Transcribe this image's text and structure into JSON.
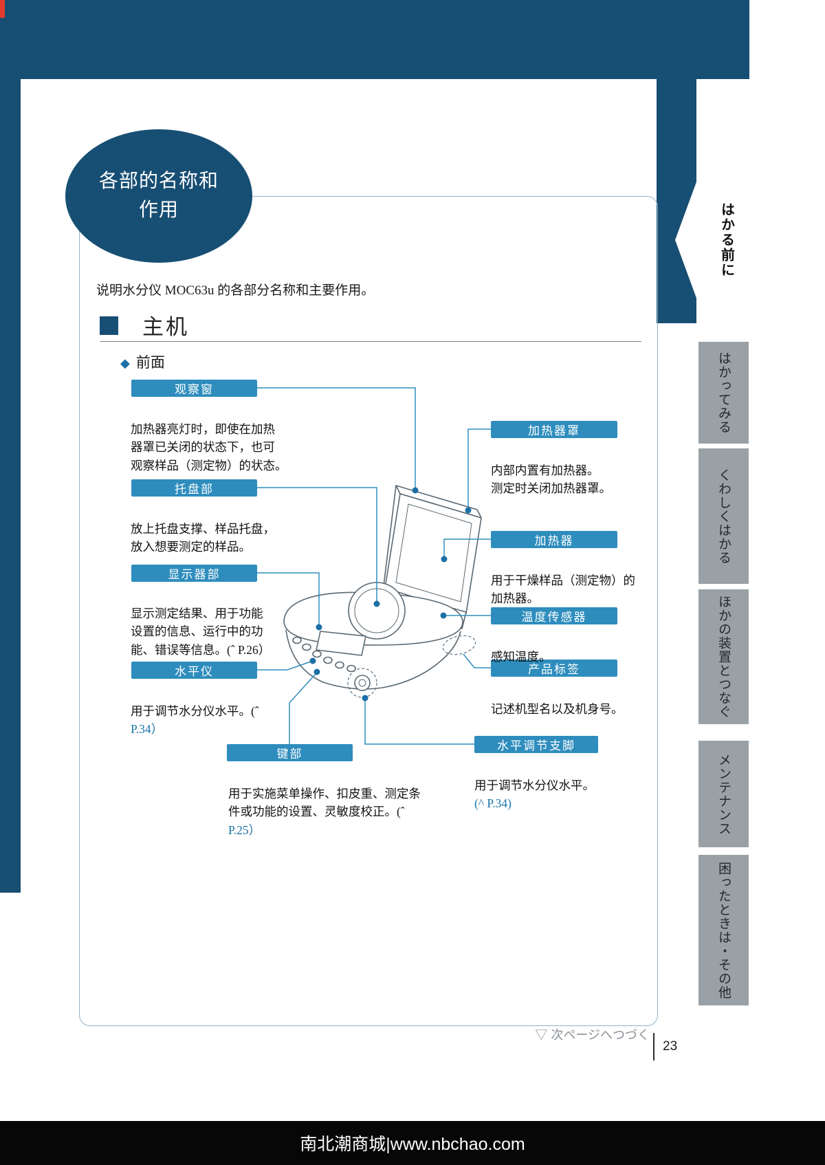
{
  "theme": {
    "navy": "#174e73",
    "label-blue": "#2e8dbd",
    "ref-blue": "#1a74a8",
    "tab-gray": "#99a1a6",
    "red": "#e23b2e"
  },
  "title_bubble": {
    "line1": "各部的名称和",
    "line2": "作用"
  },
  "intro_text": "说明水分仪 MOC63u 的各部分名称和主要作用。",
  "section": {
    "title": "主机"
  },
  "subsection": {
    "marker": "◆",
    "label": "前面"
  },
  "callouts_left": [
    {
      "label": "观察窗",
      "desc": "加热器亮灯时，即使在加热\n器罩已关闭的状态下，也可\n观察样品（测定物）的状态。",
      "ref": ""
    },
    {
      "label": "托盘部",
      "desc": "放上托盘支撑、样品托盘，\n放入想要测定的样品。",
      "ref": ""
    },
    {
      "label": "显示器部",
      "desc": "显示测定结果、用于功能\n设置的信息、运行中的功\n能、错误等信息。(ˆ P.26）",
      "ref": ""
    },
    {
      "label": "水平仪",
      "desc": "用于调节水分仪水平。(ˆ\n",
      "ref": "P.34）"
    },
    {
      "label": "键部",
      "desc": "用于实施菜单操作、扣皮重、测定条\n件或功能的设置、灵敏度校正。(ˆ\n",
      "ref": "P.25）"
    }
  ],
  "callouts_right": [
    {
      "label": "加热器罩",
      "desc": "内部内置有加热器。\n测定时关闭加热器罩。",
      "ref": ""
    },
    {
      "label": "加热器",
      "desc": "用于干燥样品（测定物）的\n加热器。",
      "ref": ""
    },
    {
      "label": "温度传感器",
      "desc": "感知温度。",
      "ref": ""
    },
    {
      "label": "产品标签",
      "desc": "记述机型名以及机身号。",
      "ref": ""
    },
    {
      "label": "水平调节支脚",
      "desc": "用于调节水分仪水平。\n",
      "ref": "(^ P.34)"
    }
  ],
  "side_tabs": {
    "active": "はかる前に",
    "items": [
      "はかってみる",
      "くわしくはかる",
      "ほかの装置とつなぐ",
      "メンテナンス",
      "困ったときは・その他"
    ]
  },
  "footer": {
    "continue_note": "▽  次ページへつづく",
    "page_number": "23",
    "site_bar": "南北潮商城|www.nbchao.com"
  }
}
